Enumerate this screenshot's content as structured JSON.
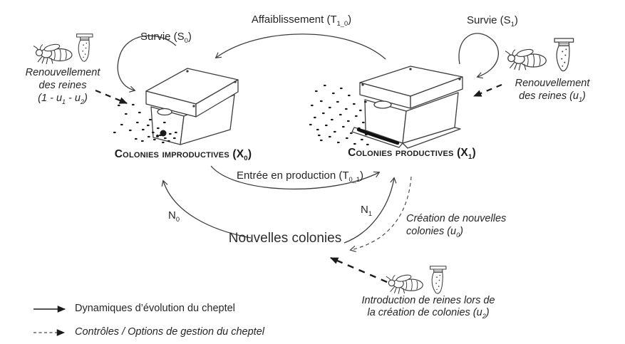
{
  "colors": {
    "ink": "#1f1f1f",
    "line": "#3d3d3d"
  },
  "nodes": {
    "improductives": {
      "parts": [
        {
          "t": "Colonies improductives (X"
        },
        {
          "t": "0",
          "sub": true
        },
        {
          "t": ")"
        }
      ]
    },
    "productives": {
      "parts": [
        {
          "t": "Colonies productives (X"
        },
        {
          "t": "1",
          "sub": true
        },
        {
          "t": ")"
        }
      ]
    },
    "nouvelles": {
      "label": "Nouvelles colonies"
    }
  },
  "flows": {
    "survie0": {
      "parts": [
        {
          "t": "Survie (S"
        },
        {
          "t": "0",
          "sub": true
        },
        {
          "t": ")"
        }
      ]
    },
    "survie1": {
      "parts": [
        {
          "t": "Survie (S"
        },
        {
          "t": "1",
          "sub": true
        },
        {
          "t": ")"
        }
      ]
    },
    "affaiblissement": {
      "parts": [
        {
          "t": "Affaiblissement (T"
        },
        {
          "t": "1_0",
          "sub": true
        },
        {
          "t": ")"
        }
      ]
    },
    "entree_production": {
      "parts": [
        {
          "t": "Entrée en production (T"
        },
        {
          "t": "0_1",
          "sub": true
        },
        {
          "t": ")"
        }
      ]
    },
    "n0": {
      "parts": [
        {
          "t": "N"
        },
        {
          "t": "0",
          "sub": true
        }
      ]
    },
    "n1": {
      "parts": [
        {
          "t": "N"
        },
        {
          "t": "1",
          "sub": true
        }
      ]
    }
  },
  "controls": {
    "renouvellement_improductives": {
      "lines": [
        [
          {
            "t": "Renouvellement"
          }
        ],
        [
          {
            "t": "des reines"
          }
        ],
        [
          {
            "t": "(1 - u"
          },
          {
            "t": "1",
            "sub": true
          },
          {
            "t": " - u"
          },
          {
            "t": "2",
            "sub": true
          },
          {
            "t": ")"
          }
        ]
      ]
    },
    "renouvellement_productives": {
      "lines": [
        [
          {
            "t": "Renouvellement"
          }
        ],
        [
          {
            "t": "des reines (u"
          },
          {
            "t": "1",
            "sub": true
          },
          {
            "t": ")"
          }
        ]
      ]
    },
    "creation_colonies": {
      "lines": [
        [
          {
            "t": "Création de nouvelles"
          }
        ],
        [
          {
            "t": "colonies (u"
          },
          {
            "t": "0",
            "sub": true
          },
          {
            "t": ")"
          }
        ]
      ]
    },
    "introduction_reines": {
      "lines": [
        [
          {
            "t": "Introduction de reines lors de"
          }
        ],
        [
          {
            "t": "la création de colonies (u"
          },
          {
            "t": "2",
            "sub": true
          },
          {
            "t": ")"
          }
        ]
      ]
    }
  },
  "legend": {
    "dynamics_label": "Dynamiques d’évolution du cheptel",
    "controls_label": "Contrôles / Options de gestion du cheptel"
  },
  "icons": {
    "bee": "bee-icon",
    "queen_cell": "queen-cell-icon",
    "hive_box": "hive-box-icon"
  }
}
